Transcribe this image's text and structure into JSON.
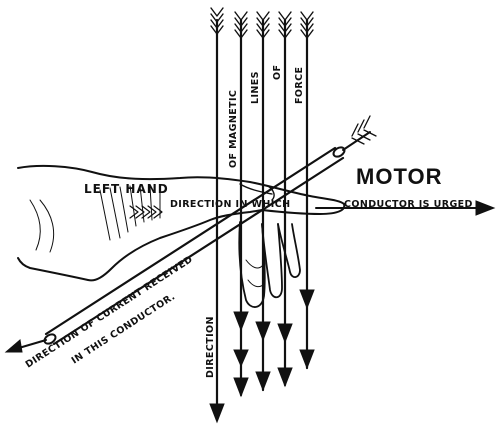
{
  "diagram": {
    "labels": {
      "motor": "MOTOR",
      "left_hand": "LEFT HAND",
      "direction_in_which": "DIRECTION IN WHICH",
      "conductor_is_urged": "CONDUCTOR IS URGED",
      "of_magnetic": "OF MAGNETIC",
      "lines": "LINES",
      "of": "OF",
      "force": "FORCE",
      "direction": "DIRECTION",
      "current_line1": "DIRECTION OF CURRENT RECEIVED",
      "current_line2": "IN THIS CONDUCTOR."
    },
    "field_line_count": 5
  }
}
